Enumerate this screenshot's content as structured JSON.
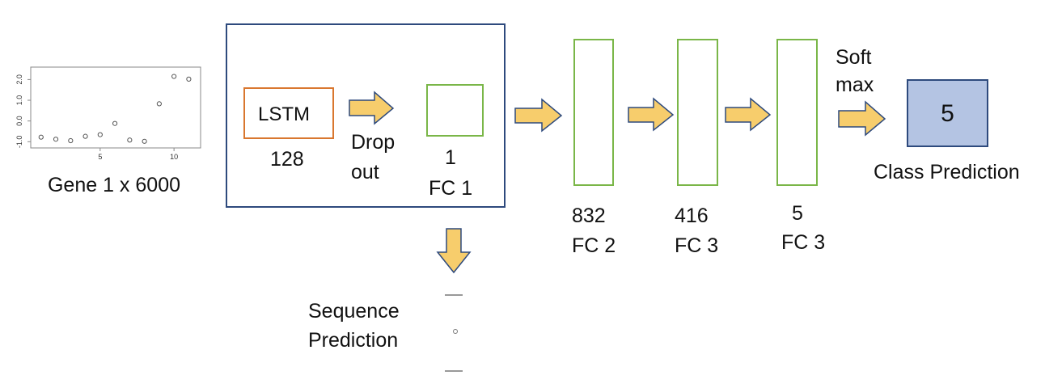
{
  "input": {
    "label": "Gene 1 x 6000",
    "plot": {
      "y_ticks": [
        "2.0",
        "1.0",
        "0.0",
        "-1.0"
      ],
      "x_ticks": [
        "5",
        "10"
      ],
      "points": [
        {
          "x": 1,
          "y": -0.78
        },
        {
          "x": 2,
          "y": -0.88
        },
        {
          "x": 3,
          "y": -0.95
        },
        {
          "x": 4,
          "y": -0.74
        },
        {
          "x": 5,
          "y": -0.66
        },
        {
          "x": 6,
          "y": -0.12
        },
        {
          "x": 7,
          "y": -0.92
        },
        {
          "x": 8,
          "y": -0.98
        },
        {
          "x": 9,
          "y": 0.83
        },
        {
          "x": 10,
          "y": 2.15
        },
        {
          "x": 11,
          "y": 2.02
        }
      ]
    }
  },
  "lstm": {
    "label": "LSTM",
    "units": "128"
  },
  "dropout": {
    "line1": "Drop",
    "line2": "out"
  },
  "fc1": {
    "units": "1",
    "label": "FC 1"
  },
  "fc2": {
    "units": "832",
    "label": "FC 2"
  },
  "fc3a": {
    "units": "416",
    "label": "FC 3"
  },
  "fc3b": {
    "units": "5",
    "label": "FC 3"
  },
  "softmax": {
    "line1": "Soft",
    "line2": "max"
  },
  "output": {
    "value": "5",
    "label": "Class Prediction"
  },
  "sequence": {
    "line1": "Sequence",
    "line2": "Prediction"
  },
  "colors": {
    "arrow_fill": "#f7cd6c",
    "arrow_stroke": "#2e4a7d",
    "main_border": "#2e4a7d",
    "lstm_border": "#d9772f",
    "fc_border": "#7ab648",
    "output_fill": "#b4c4e3"
  }
}
